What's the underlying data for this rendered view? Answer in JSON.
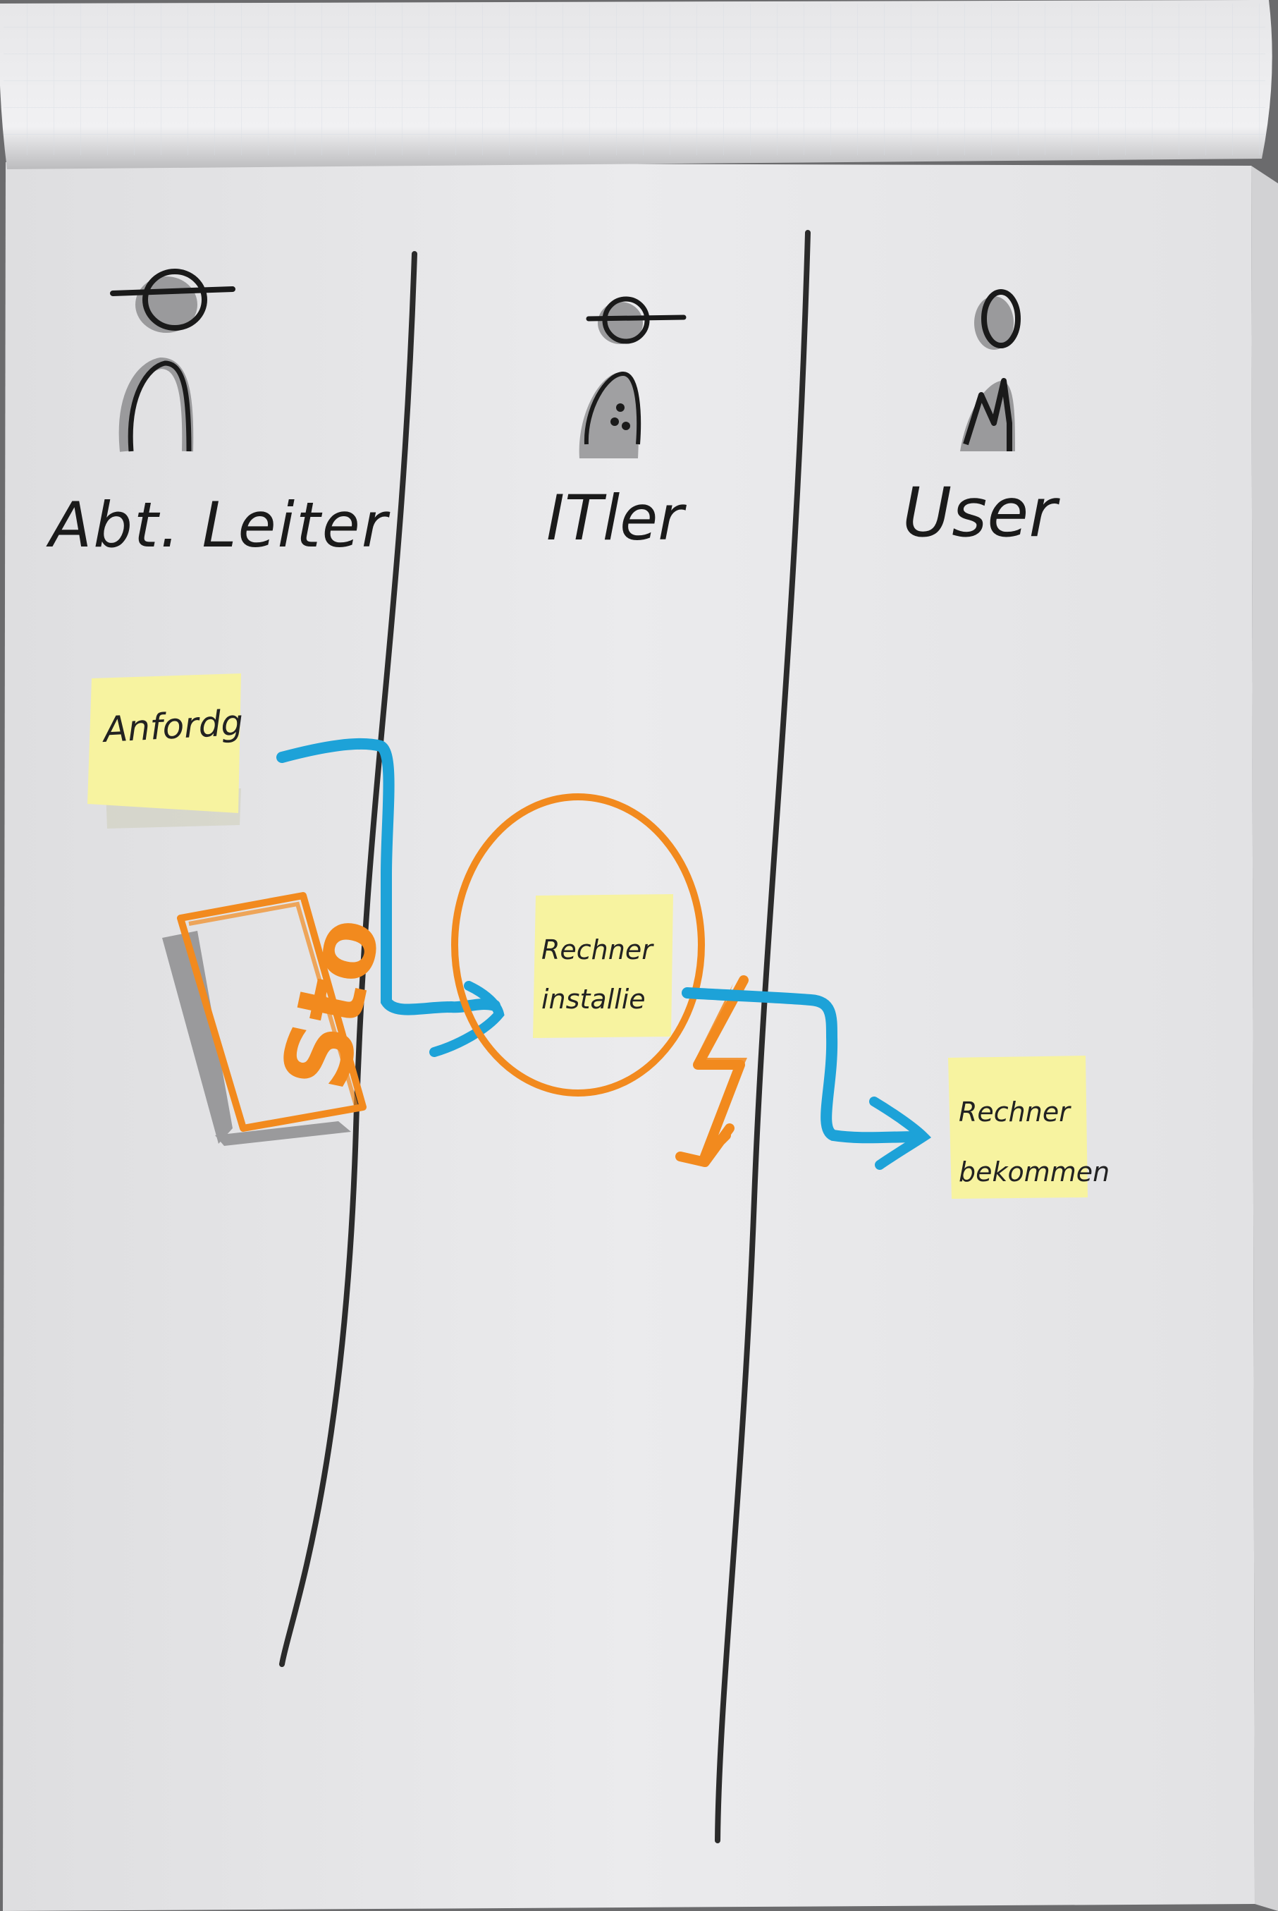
{
  "roles": [
    {
      "label": "Abt. Leiter"
    },
    {
      "label": "ITler"
    },
    {
      "label": "User"
    }
  ],
  "notes": [
    {
      "text": "Anfordg"
    },
    {
      "text": "Rechner installie"
    },
    {
      "text": "Rechner bekommen"
    }
  ],
  "stop_sign": {
    "text": "Sto"
  },
  "colors": {
    "paper": "#ebebed",
    "sticky": "#f7f3a0",
    "marker_black": "#1a1a1a",
    "marker_blue": "#1da2d8",
    "marker_orange": "#f28a1e",
    "shadow": "#9a9a9c"
  },
  "icons": {
    "person_with_hat": "person-hat-icon",
    "person_with_tie": "person-tie-icon",
    "user_figure": "user-figure-icon",
    "lightning": "lightning-icon"
  }
}
